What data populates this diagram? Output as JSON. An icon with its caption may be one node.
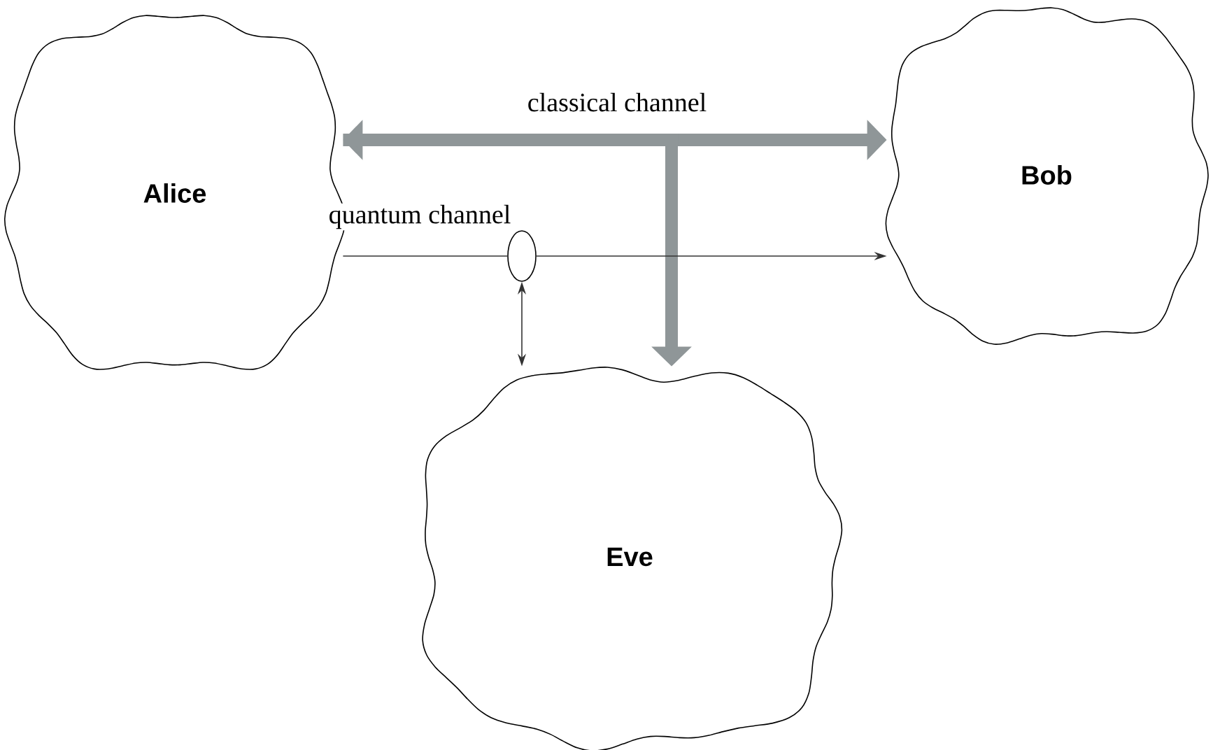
{
  "diagram": {
    "nodes": [
      {
        "text": [
          "Alice"
        ]
      },
      {
        "text": [
          "Bob"
        ]
      },
      {
        "text": [
          "Eve"
        ]
      },
      {
        "text": [],
        "shape": "circle"
      }
    ],
    "edges": [
      {
        "from": 0,
        "to": 1,
        "arrow": "both",
        "label": "classical channel",
        "style": "thick",
        "color": "#8f9698"
      },
      {
        "from": 0,
        "to": 2,
        "arrow": "to",
        "style": "thick",
        "color": "#8f9698"
      },
      {
        "from": 0,
        "to": 3,
        "arrow": "none",
        "label": "quantum channel",
        "color": "#333333"
      },
      {
        "from": 3,
        "to": 1,
        "arrow": "to",
        "color": "#333333"
      },
      {
        "from": 3,
        "to": 2,
        "arrow": "both",
        "color": "#333333"
      }
    ]
  }
}
